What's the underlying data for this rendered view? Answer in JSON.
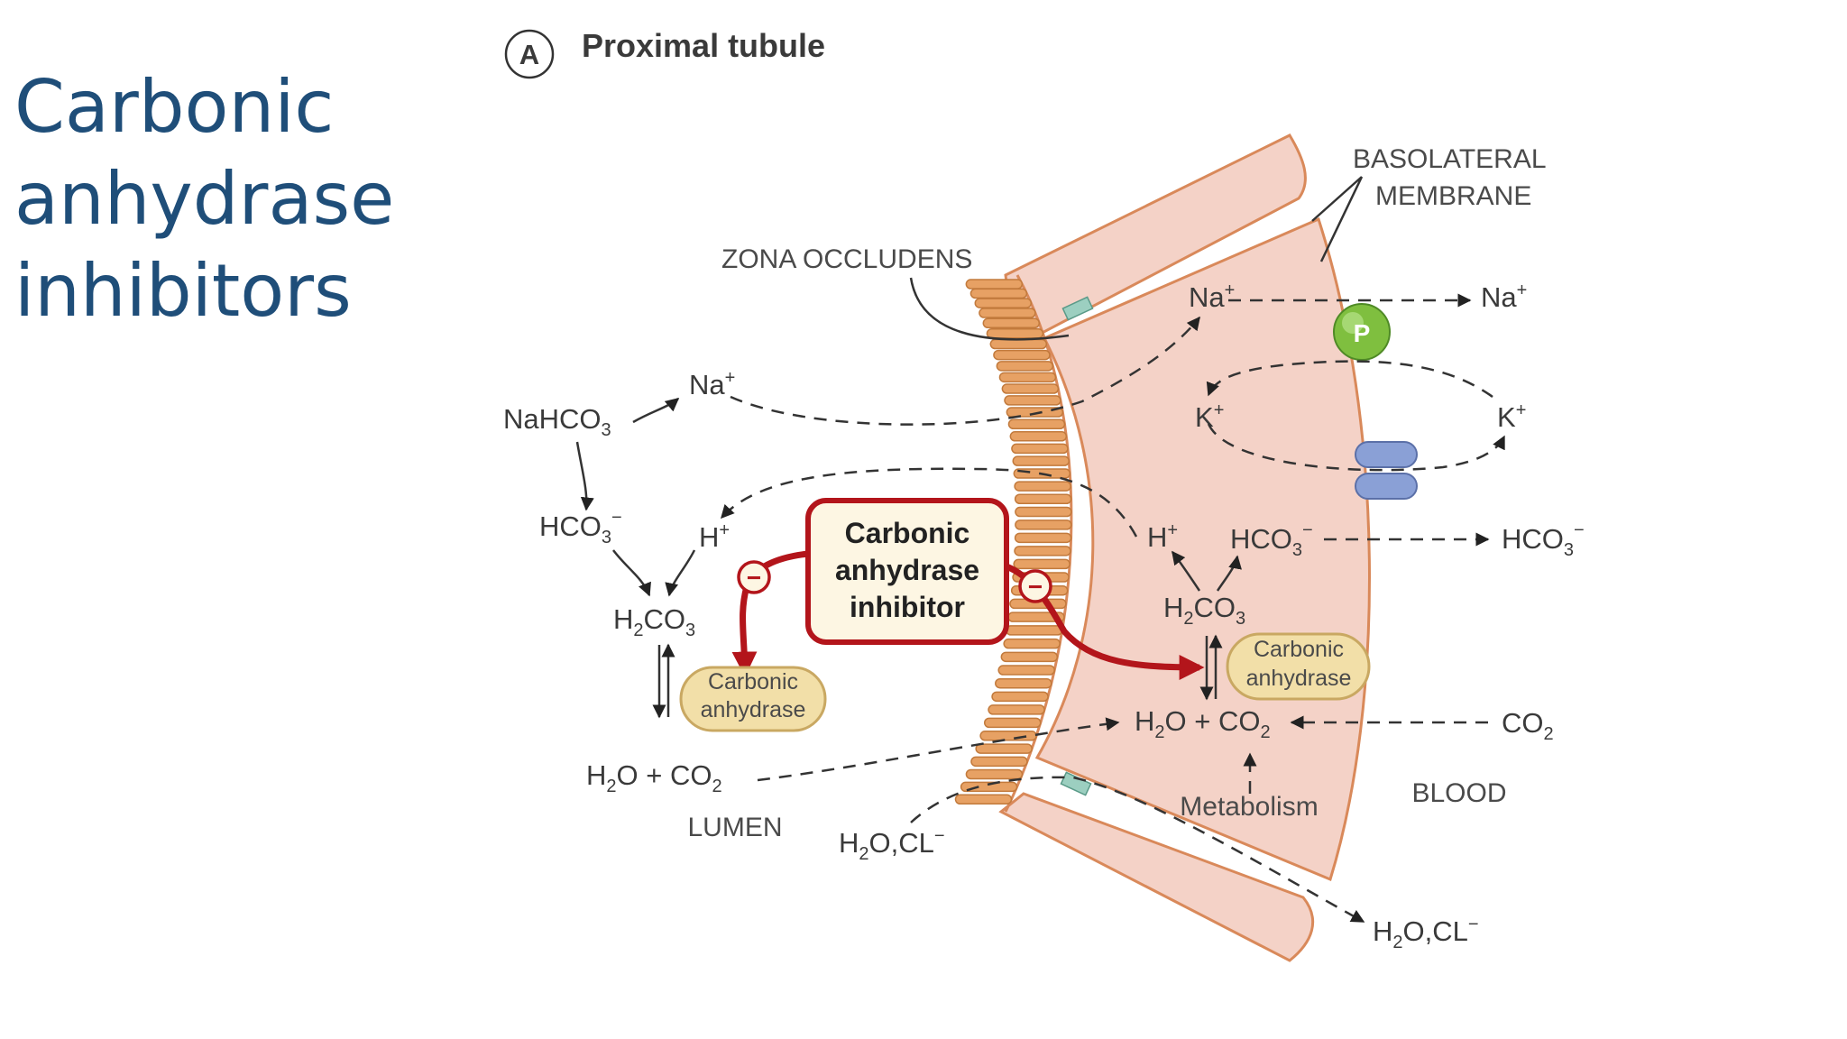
{
  "slide": {
    "title_lines": [
      "Carbonic",
      "anhydrase",
      "inhibitors"
    ]
  },
  "figure": {
    "panel_letter": "A",
    "panel_title": "Proximal tubule",
    "labels": {
      "basolateral": [
        "BASOLATERAL",
        "MEMBRANE"
      ],
      "zona_occludens": "ZONA OCCLUDENS",
      "lumen": "LUMEN",
      "blood": "BLOOD",
      "metabolism": "Metabolism",
      "pump": "P"
    },
    "inhibitor_box": [
      "Carbonic",
      "anhydrase",
      "inhibitor"
    ],
    "enzyme_pill": [
      "Carbonic",
      "anhydrase"
    ],
    "inhibit_symbol": "−",
    "colors": {
      "cell_fill": "#f4d2c7",
      "cell_border": "#d9895a",
      "microvilli": "#e7a164",
      "inhibitor_red": "#b3151b",
      "inhibitor_box_fill": "#fdf6e3",
      "enzyme_pill_fill": "#f2dfa8",
      "pump_green": "#7fbf3f",
      "channel_blue": "#8aa0d6",
      "junction_teal": "#9ccfc0"
    },
    "chem": {
      "nahco3": [
        "NaHCO",
        "3",
        ""
      ],
      "na": [
        "Na",
        "",
        "+"
      ],
      "hco3": [
        "HCO",
        "3",
        "−"
      ],
      "h": [
        "H",
        "",
        "+"
      ],
      "h2co3": [
        "H",
        "2",
        "CO",
        "3"
      ],
      "h2o_co2": [
        "H",
        "2",
        "O + CO",
        "2"
      ],
      "k": [
        "K",
        "",
        "+"
      ],
      "co2": [
        "CO",
        "2"
      ],
      "h2o_cl": [
        "H",
        "2",
        "O,CL",
        "−"
      ]
    }
  }
}
